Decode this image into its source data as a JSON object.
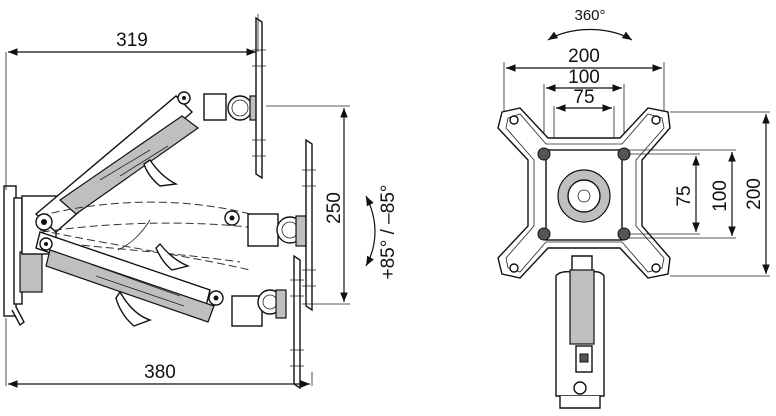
{
  "side_view": {
    "dim_reach_top": "319",
    "dim_reach_bottom": "380",
    "dim_height_travel": "250",
    "tilt_range": "+85° / –85°"
  },
  "front_view": {
    "rotation": "360°",
    "vesa_200_h": "200",
    "vesa_100_h": "100",
    "vesa_75_h": "75",
    "vesa_75_v": "75",
    "vesa_100_v": "100",
    "vesa_200_v": "200"
  }
}
